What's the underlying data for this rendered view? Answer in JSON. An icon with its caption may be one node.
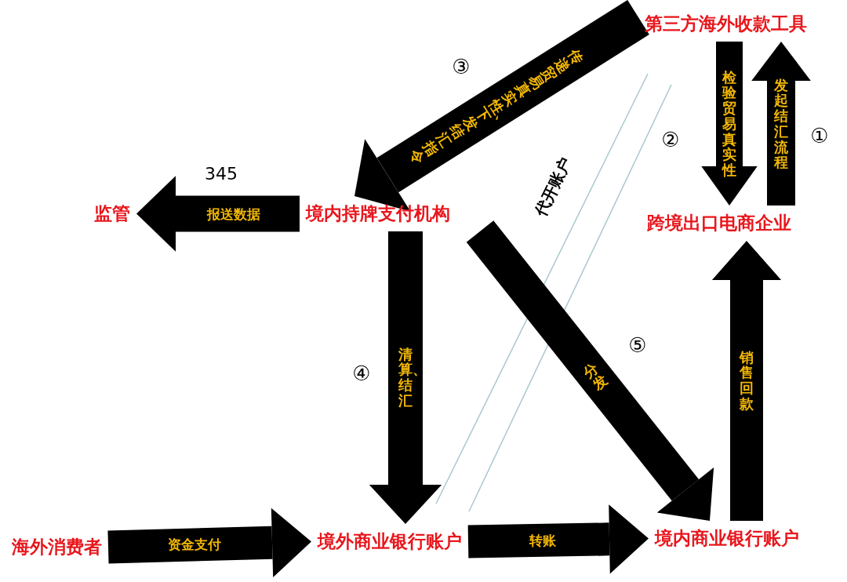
{
  "diagram": {
    "nodes": [
      {
        "text": [
          "第三方海外收款工具"
        ]
      },
      {
        "text": [
          "跨境出口电商企业"
        ]
      },
      {
        "text": [
          "境内持牌支付机构"
        ]
      },
      {
        "text": [
          "监管"
        ]
      },
      {
        "text": [
          "海外消费者"
        ]
      },
      {
        "text": [
          "境外商业银行账户"
        ]
      },
      {
        "text": [
          "境内商业银行账户"
        ]
      }
    ],
    "edges": [
      {
        "from": 0,
        "to": 2,
        "arrow": "to",
        "label": "传递贸易真实性、下发结汇指令"
      },
      {
        "from": 0,
        "to": 1,
        "arrow": "to",
        "label": "检验贸易真实性"
      },
      {
        "from": 1,
        "to": 0,
        "arrow": "to",
        "label": "发起结汇流程"
      },
      {
        "from": 2,
        "to": 3,
        "arrow": "to",
        "label": "报送数据"
      },
      {
        "from": 2,
        "to": 5,
        "arrow": "to",
        "label": "清算、结汇"
      },
      {
        "from": 2,
        "to": 6,
        "arrow": "to",
        "label": "分发"
      },
      {
        "from": 6,
        "to": 1,
        "arrow": "to",
        "label": "销售回款"
      },
      {
        "from": 4,
        "to": 5,
        "arrow": "to",
        "label": "资金支付"
      },
      {
        "from": 5,
        "to": 6,
        "arrow": "to",
        "label": "转账"
      }
    ],
    "labels": [
      "③",
      "②",
      "①",
      "345",
      "代开账户",
      "⑤",
      "④"
    ]
  }
}
